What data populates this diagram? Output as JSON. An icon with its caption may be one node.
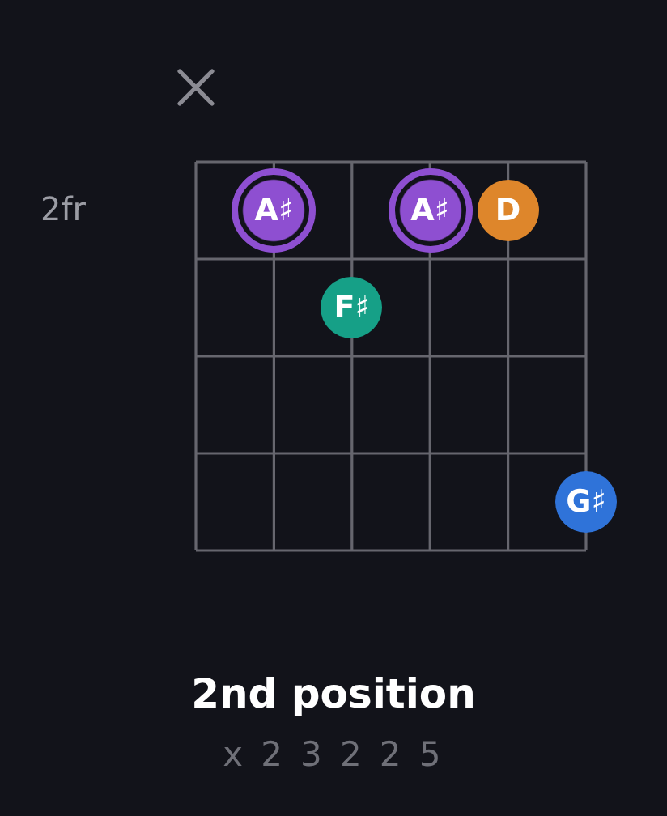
{
  "diagram": {
    "caption": "2nd position",
    "nodes": [
      {
        "text": [
          "A♯"
        ]
      },
      {
        "text": [
          "A♯"
        ]
      },
      {
        "text": [
          "D"
        ]
      },
      {
        "text": [
          "F♯"
        ]
      },
      {
        "text": [
          "G♯"
        ]
      }
    ],
    "labels": [
      "2fr",
      "x 2 3 2 2 5"
    ]
  }
}
